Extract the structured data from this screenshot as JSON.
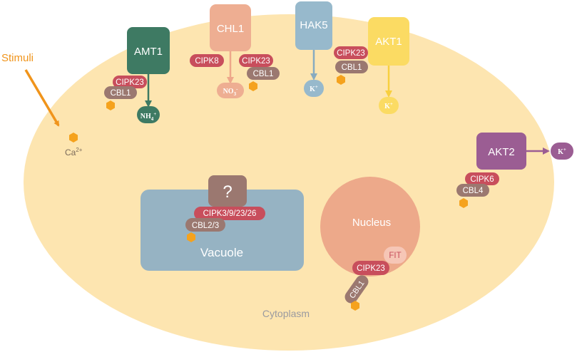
{
  "stimuli": {
    "label": "Stimuli"
  },
  "calcium": {
    "label": "Ca",
    "sup": "2+"
  },
  "cytoplasm": {
    "label": "Cytoplasm"
  },
  "amt1": {
    "name": "AMT1",
    "cipk": "CIPK23",
    "cbl": "CBL1",
    "ion": "NH",
    "ion_sub": "4",
    "ion_sup": "+"
  },
  "chl1": {
    "name": "CHL1",
    "cipk_left": "CIPK8",
    "cipk_right": "CIPK23",
    "cbl": "CBL1",
    "ion": "NO",
    "ion_sub": "3",
    "ion_sup": "-"
  },
  "hak5": {
    "name": "HAK5",
    "cipk": "CIPK23",
    "cbl": "CBL1",
    "ion": "K",
    "ion_sup": "+"
  },
  "akt1": {
    "name": "AKT1",
    "ion": "K",
    "ion_sup": "+"
  },
  "akt2": {
    "name": "AKT2",
    "cipk": "CIPK6",
    "cbl": "CBL4",
    "ion": "K",
    "ion_sup": "+"
  },
  "vacuole": {
    "label": "Vacuole",
    "unknown": "?",
    "cipk": "CIPK3/9/23/26",
    "cbl": "CBL2/3"
  },
  "nucleus": {
    "label": "Nucleus",
    "fit": "FIT",
    "cipk": "CIPK23",
    "cbl": "CBL1"
  },
  "colors": {
    "cell": "#fde5b0",
    "amt1": "#3e7a63",
    "chl1": "#eeae92",
    "hak5": "#97b9cc",
    "akt1": "#fbdb63",
    "akt2": "#9b5d93",
    "cipk": "#c84e5c",
    "cbl": "#9b7870",
    "vacuole": "#96b3c3",
    "nucleus": "#eda98a",
    "fit": "#f6c6b6",
    "unknown": "#9b7870",
    "calcium": "#f5a21d",
    "stimuli": "#f0941b"
  }
}
